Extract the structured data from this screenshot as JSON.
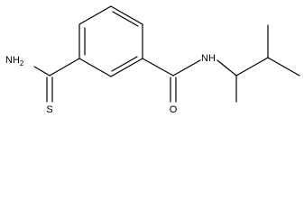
{
  "structure": {
    "atom_labels": {
      "amino": "NH",
      "amino_subscript": "2",
      "thione_sulfur": "S",
      "amide_oxygen": "O",
      "amide_nitrogen": "NH"
    }
  }
}
